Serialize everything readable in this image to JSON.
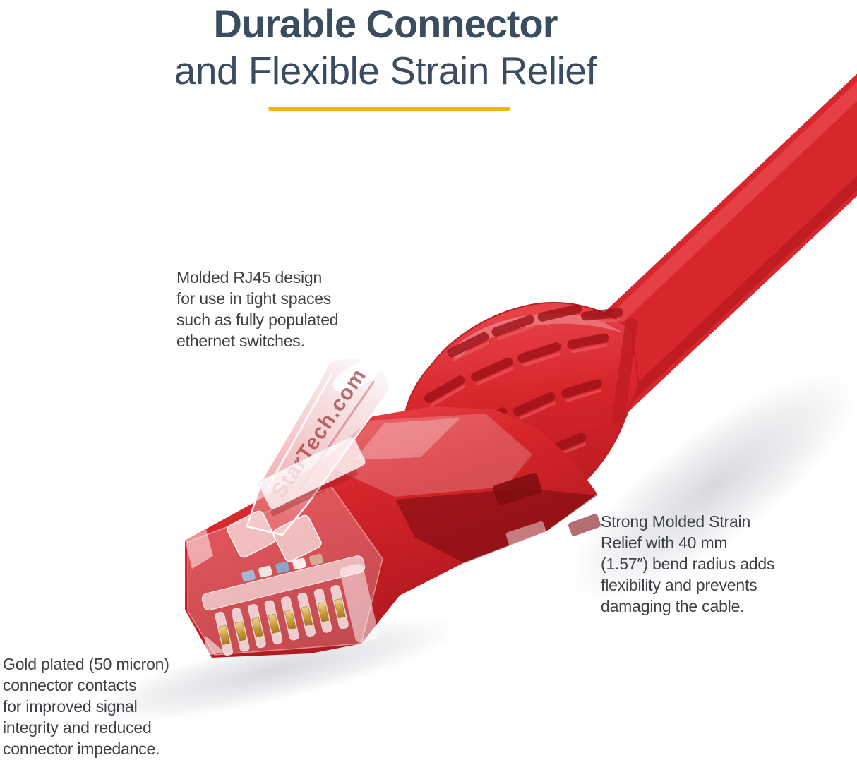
{
  "title": {
    "line1": "Durable Connector",
    "line2": "and Flexible Strain Relief"
  },
  "annotations": {
    "rj45": {
      "lines": [
        "Molded RJ45 design",
        "for use in tight spaces",
        "such as fully populated",
        "ethernet switches."
      ]
    },
    "strain": {
      "lines": [
        "Strong Molded Strain",
        "Relief with 40 mm",
        "(1.57″) bend radius adds",
        "flexibility and prevents",
        "damaging the cable."
      ]
    },
    "gold": {
      "lines": [
        "Gold plated (50 micron)",
        "connector contacts",
        "for improved signal",
        "integrity and reduced",
        "connector impedance."
      ]
    }
  },
  "photo": {
    "latch_text": "StarTech.com",
    "colors": {
      "cable_red": "#D7262C",
      "cable_red_light": "#EA4C51",
      "cable_red_dark": "#B0181D",
      "accent_yellow": "#F6B21B",
      "title_blue": "#3A4C60",
      "text_gray": "#3E4145",
      "gold": "#C49A45"
    }
  }
}
